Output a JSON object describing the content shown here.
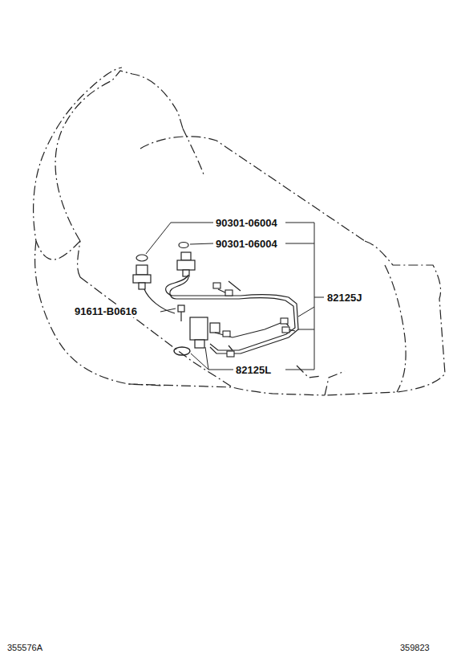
{
  "diagram": {
    "labels": [
      "90301-06004",
      "90301-06004",
      "82125J",
      "91611-B0616",
      "82125L",
      "355576A",
      "359823"
    ]
  }
}
